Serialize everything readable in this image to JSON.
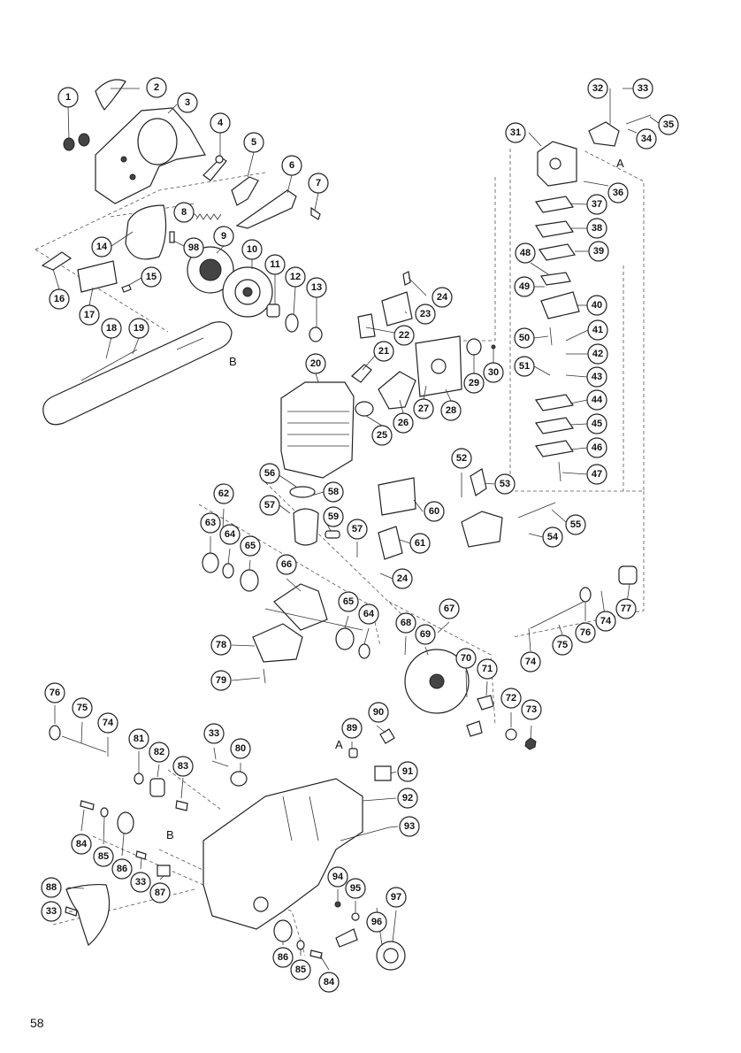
{
  "page_number": "58",
  "reference_marks": [
    "A",
    "B",
    "B",
    "A"
  ],
  "callouts": [
    {
      "id": "1",
      "label": "1"
    },
    {
      "id": "2",
      "label": "2"
    },
    {
      "id": "3",
      "label": "3"
    },
    {
      "id": "4",
      "label": "4"
    },
    {
      "id": "5",
      "label": "5"
    },
    {
      "id": "6",
      "label": "6"
    },
    {
      "id": "7",
      "label": "7"
    },
    {
      "id": "8",
      "label": "8"
    },
    {
      "id": "98",
      "label": "98"
    },
    {
      "id": "9",
      "label": "9"
    },
    {
      "id": "10",
      "label": "10"
    },
    {
      "id": "11",
      "label": "11"
    },
    {
      "id": "12",
      "label": "12"
    },
    {
      "id": "13",
      "label": "13"
    },
    {
      "id": "14",
      "label": "14"
    },
    {
      "id": "15",
      "label": "15"
    },
    {
      "id": "16",
      "label": "16"
    },
    {
      "id": "17",
      "label": "17"
    },
    {
      "id": "18",
      "label": "18"
    },
    {
      "id": "19",
      "label": "19"
    },
    {
      "id": "20",
      "label": "20"
    },
    {
      "id": "21",
      "label": "21"
    },
    {
      "id": "22",
      "label": "22"
    },
    {
      "id": "23",
      "label": "23"
    },
    {
      "id": "24a",
      "label": "24"
    },
    {
      "id": "25",
      "label": "25"
    },
    {
      "id": "26",
      "label": "26"
    },
    {
      "id": "27",
      "label": "27"
    },
    {
      "id": "28",
      "label": "28"
    },
    {
      "id": "29",
      "label": "29"
    },
    {
      "id": "30",
      "label": "30"
    },
    {
      "id": "31",
      "label": "31"
    },
    {
      "id": "32",
      "label": "32"
    },
    {
      "id": "33a",
      "label": "33"
    },
    {
      "id": "34",
      "label": "34"
    },
    {
      "id": "35",
      "label": "35"
    },
    {
      "id": "36",
      "label": "36"
    },
    {
      "id": "37",
      "label": "37"
    },
    {
      "id": "38",
      "label": "38"
    },
    {
      "id": "39",
      "label": "39"
    },
    {
      "id": "48",
      "label": "48"
    },
    {
      "id": "49",
      "label": "49"
    },
    {
      "id": "40",
      "label": "40"
    },
    {
      "id": "41",
      "label": "41"
    },
    {
      "id": "50",
      "label": "50"
    },
    {
      "id": "42",
      "label": "42"
    },
    {
      "id": "51",
      "label": "51"
    },
    {
      "id": "43",
      "label": "43"
    },
    {
      "id": "44",
      "label": "44"
    },
    {
      "id": "45",
      "label": "45"
    },
    {
      "id": "46",
      "label": "46"
    },
    {
      "id": "47",
      "label": "47"
    },
    {
      "id": "52",
      "label": "52"
    },
    {
      "id": "53",
      "label": "53"
    },
    {
      "id": "55",
      "label": "55"
    },
    {
      "id": "54",
      "label": "54"
    },
    {
      "id": "56",
      "label": "56"
    },
    {
      "id": "58",
      "label": "58"
    },
    {
      "id": "57a",
      "label": "57"
    },
    {
      "id": "59",
      "label": "59"
    },
    {
      "id": "57b",
      "label": "57"
    },
    {
      "id": "60",
      "label": "60"
    },
    {
      "id": "61",
      "label": "61"
    },
    {
      "id": "24b",
      "label": "24"
    },
    {
      "id": "62",
      "label": "62"
    },
    {
      "id": "63",
      "label": "63"
    },
    {
      "id": "64a",
      "label": "64"
    },
    {
      "id": "65a",
      "label": "65"
    },
    {
      "id": "66",
      "label": "66"
    },
    {
      "id": "65b",
      "label": "65"
    },
    {
      "id": "64b",
      "label": "64"
    },
    {
      "id": "67",
      "label": "67"
    },
    {
      "id": "68",
      "label": "68"
    },
    {
      "id": "69",
      "label": "69"
    },
    {
      "id": "70",
      "label": "70"
    },
    {
      "id": "71",
      "label": "71"
    },
    {
      "id": "72",
      "label": "72"
    },
    {
      "id": "73",
      "label": "73"
    },
    {
      "id": "77",
      "label": "77"
    },
    {
      "id": "76a",
      "label": "76"
    },
    {
      "id": "74a",
      "label": "74"
    },
    {
      "id": "75a",
      "label": "75"
    },
    {
      "id": "74b",
      "label": "74"
    },
    {
      "id": "78",
      "label": "78"
    },
    {
      "id": "79",
      "label": "79"
    },
    {
      "id": "76b",
      "label": "76"
    },
    {
      "id": "75b",
      "label": "75"
    },
    {
      "id": "74c",
      "label": "74"
    },
    {
      "id": "81",
      "label": "81"
    },
    {
      "id": "82",
      "label": "82"
    },
    {
      "id": "83",
      "label": "83"
    },
    {
      "id": "33b",
      "label": "33"
    },
    {
      "id": "80",
      "label": "80"
    },
    {
      "id": "89",
      "label": "89"
    },
    {
      "id": "90",
      "label": "90"
    },
    {
      "id": "91",
      "label": "91"
    },
    {
      "id": "92",
      "label": "92"
    },
    {
      "id": "93",
      "label": "93"
    },
    {
      "id": "84a",
      "label": "84"
    },
    {
      "id": "85a",
      "label": "85"
    },
    {
      "id": "86a",
      "label": "86"
    },
    {
      "id": "33c",
      "label": "33"
    },
    {
      "id": "87",
      "label": "87"
    },
    {
      "id": "88",
      "label": "88"
    },
    {
      "id": "33d",
      "label": "33"
    },
    {
      "id": "94",
      "label": "94"
    },
    {
      "id": "95",
      "label": "95"
    },
    {
      "id": "96",
      "label": "96"
    },
    {
      "id": "97",
      "label": "97"
    },
    {
      "id": "86b",
      "label": "86"
    },
    {
      "id": "85b",
      "label": "85"
    },
    {
      "id": "84b",
      "label": "84"
    }
  ]
}
